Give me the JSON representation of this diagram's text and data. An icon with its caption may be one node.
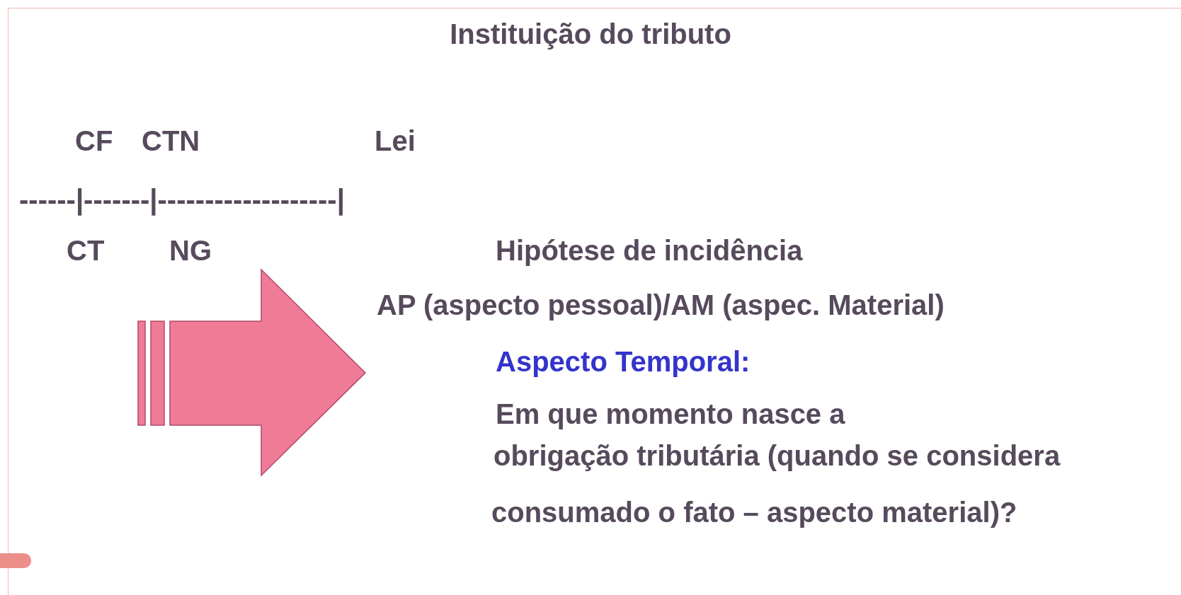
{
  "diagram": {
    "title": "Instituição do tributo",
    "labels": [
      "CF",
      "CTN",
      "Lei",
      "------|-------|-------------------|",
      "CT",
      "NG",
      "Hipótese de incidência",
      "AP (aspecto pessoal)/AM (aspec. Material)",
      "Aspecto Temporal:",
      "Em que momento nasce a",
      "obrigação tributária (quando se considera",
      "consumado o fato – aspecto material)?"
    ]
  }
}
